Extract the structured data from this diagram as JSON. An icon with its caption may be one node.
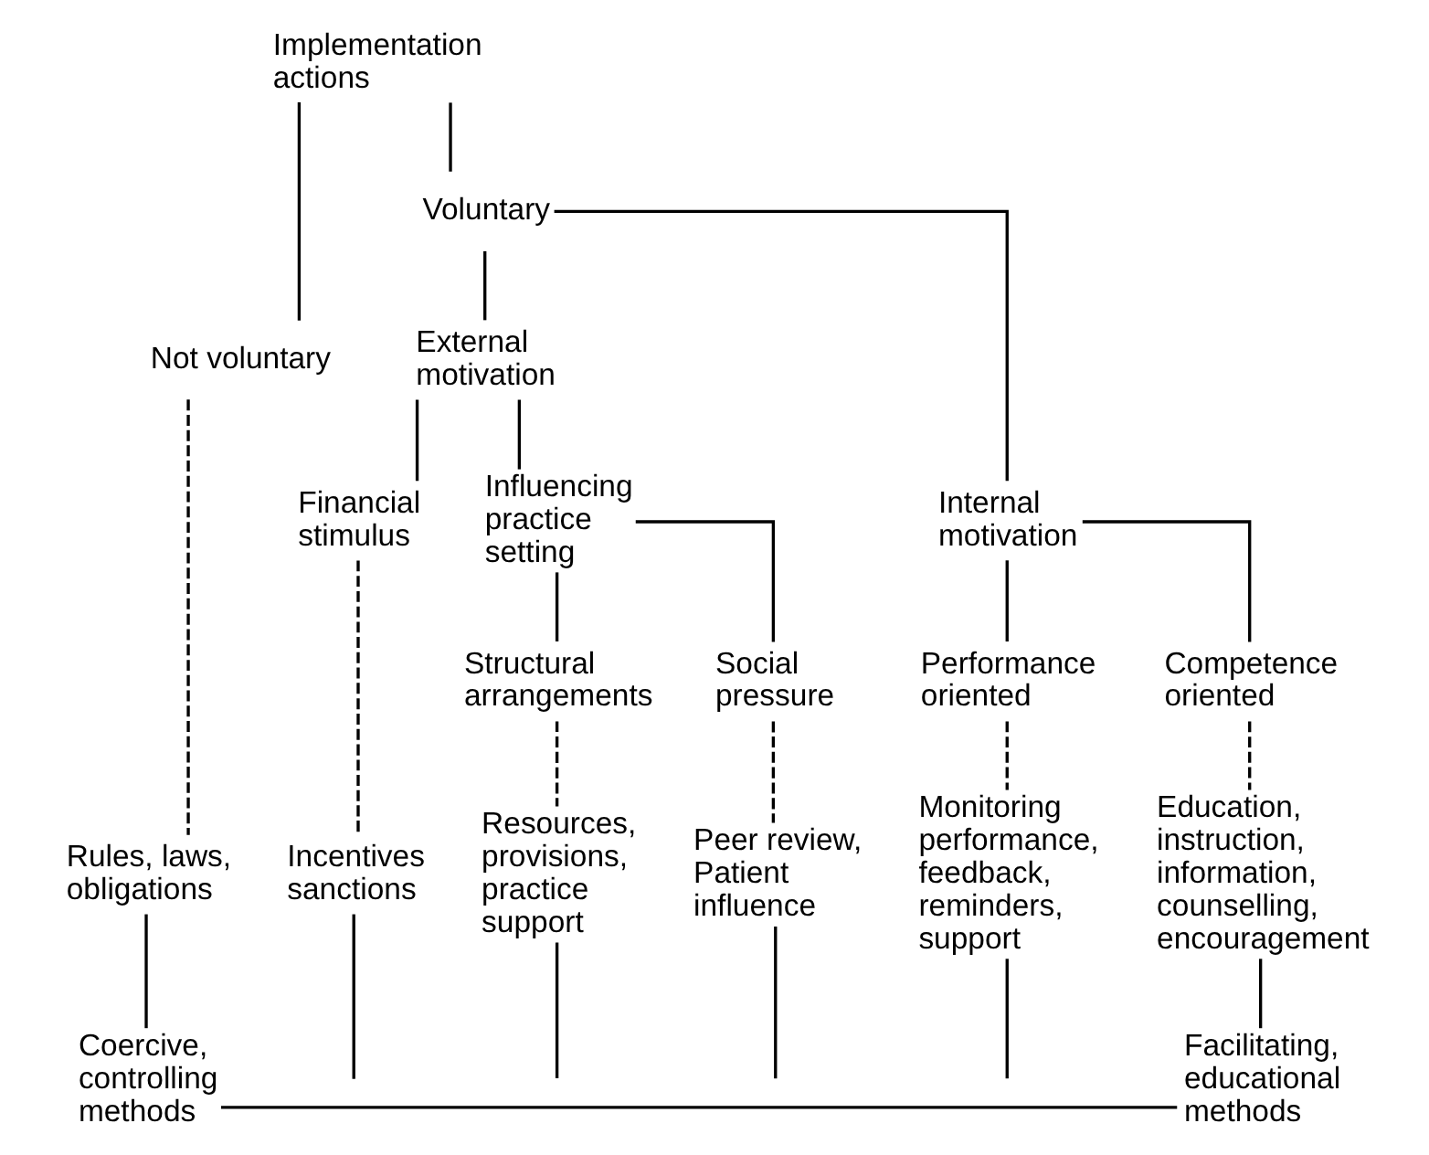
{
  "diagram": {
    "nodes": [
      {
        "text": [
          "Implementation actions"
        ]
      },
      {
        "text": [
          "Not voluntary"
        ]
      },
      {
        "text": [
          "Voluntary"
        ]
      },
      {
        "text": [
          "External motivation"
        ]
      },
      {
        "text": [
          "Internal motivation"
        ]
      },
      {
        "text": [
          "Financial stimulus"
        ]
      },
      {
        "text": [
          "Influencing practice setting"
        ]
      },
      {
        "text": [
          "Structural arrangements"
        ]
      },
      {
        "text": [
          "Social pressure"
        ]
      },
      {
        "text": [
          "Performance oriented"
        ]
      },
      {
        "text": [
          "Competence oriented"
        ]
      },
      {
        "text": [
          "Incentives sanctions"
        ]
      },
      {
        "text": [
          "Rules, laws, obligations"
        ]
      },
      {
        "text": [
          "Resources, provisions, practice support"
        ]
      },
      {
        "text": [
          "Peer review, Patient influence"
        ]
      },
      {
        "text": [
          "Monitoring performance, feedback, reminders, support"
        ]
      },
      {
        "text": [
          "Education, instruction, information, counselling, encouragement"
        ]
      },
      {
        "text": [
          "Coercive, controlling methods"
        ]
      },
      {
        "text": [
          "Facilitating, educational methods"
        ]
      }
    ],
    "edges": [
      {
        "from": 0,
        "to": 1,
        "arrow": "none"
      },
      {
        "from": 0,
        "to": 2,
        "arrow": "none"
      },
      {
        "from": 2,
        "to": 3,
        "arrow": "none"
      },
      {
        "from": 2,
        "to": 4,
        "arrow": "none"
      },
      {
        "from": 3,
        "to": 5,
        "arrow": "none"
      },
      {
        "from": 3,
        "to": 6,
        "arrow": "none"
      },
      {
        "from": 6,
        "to": 7,
        "arrow": "none"
      },
      {
        "from": 6,
        "to": 8,
        "arrow": "none"
      },
      {
        "from": 4,
        "to": 9,
        "arrow": "none"
      },
      {
        "from": 4,
        "to": 10,
        "arrow": "none"
      },
      {
        "from": 1,
        "to": 12,
        "arrow": "none",
        "style": "dashed"
      },
      {
        "from": 5,
        "to": 11,
        "arrow": "none",
        "style": "dashed"
      },
      {
        "from": 7,
        "to": 13,
        "arrow": "none",
        "style": "dashed"
      },
      {
        "from": 8,
        "to": 14,
        "arrow": "none",
        "style": "dashed"
      },
      {
        "from": 9,
        "to": 15,
        "arrow": "none",
        "style": "dashed"
      },
      {
        "from": 10,
        "to": 16,
        "arrow": "none",
        "style": "dashed"
      },
      {
        "from": 12,
        "to": 17,
        "arrow": "none"
      },
      {
        "from": 16,
        "to": 18,
        "arrow": "none"
      },
      {
        "from": 17,
        "to": 18,
        "arrow": "none"
      },
      {
        "from": 11,
        "to": null,
        "arrow": "none"
      },
      {
        "from": 13,
        "to": null,
        "arrow": "none"
      },
      {
        "from": 14,
        "to": null,
        "arrow": "none"
      },
      {
        "from": 15,
        "to": null,
        "arrow": "none"
      }
    ]
  }
}
